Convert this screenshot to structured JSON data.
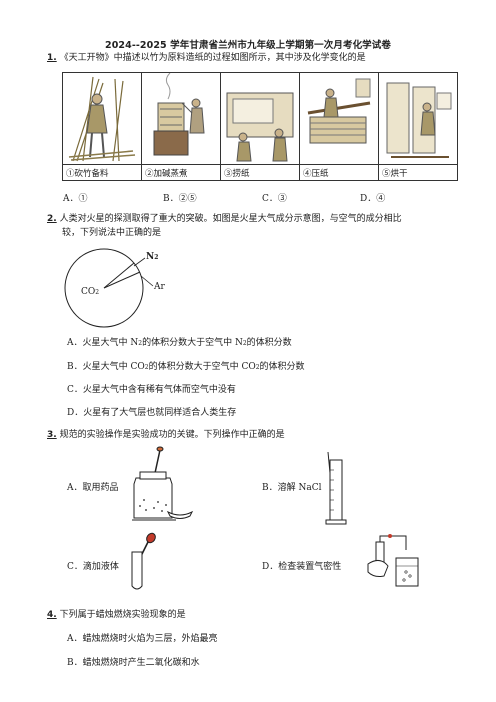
{
  "title": "2024--2025 学年甘肃省兰州市九年级上学期第一次月考化学试卷",
  "q1": {
    "num": "1.",
    "text": "《天工开物》中描述以竹为原料造纸的过程如图所示，其中涉及化学变化的是",
    "captions": [
      "①砍竹备料",
      "②加碱蒸煮",
      "③捞纸",
      "④压纸",
      "⑤烘干"
    ],
    "options": [
      "A．①",
      "B．②⑤",
      "C．③",
      "D．④"
    ]
  },
  "q2": {
    "num": "2.",
    "text_line1": "人类对火星的探测取得了重大的突破。如图是火星大气成分示意图，与空气的成分相比",
    "text_line2": "较，下列说法中正确的是",
    "chart_labels": {
      "co2": "CO",
      "n2": "N",
      "ar": "Ar"
    },
    "options": [
      {
        "pre": "A．火星大气中 N",
        "post": "的体积分数大于空气中 N",
        "post2": "的体积分数"
      },
      {
        "pre": "B．火星大气中 CO",
        "post": "的体积分数大于空气中 CO",
        "post2": "的体积分数"
      },
      {
        "pre": "C．火星大气中含有稀有气体而空气中没有",
        "post": "",
        "post2": ""
      },
      {
        "pre": "D．火星有了大气层也就同样适合人类生存",
        "post": "",
        "post2": ""
      }
    ],
    "sub2": "2"
  },
  "q3": {
    "num": "3.",
    "text": "规范的实验操作是实验成功的关键。下列操作中正确的是",
    "options": [
      "A．取用药品",
      "B．溶解 NaCl",
      "C．滴加液体",
      "D．检查装置气密性"
    ]
  },
  "q4": {
    "num": "4.",
    "text": "下列属于蜡烛燃烧实验现象的是",
    "options": [
      "A．蜡烛燃烧时火焰为三层，外焰最亮",
      "B．蜡烛燃烧时产生二氧化碳和水"
    ]
  }
}
